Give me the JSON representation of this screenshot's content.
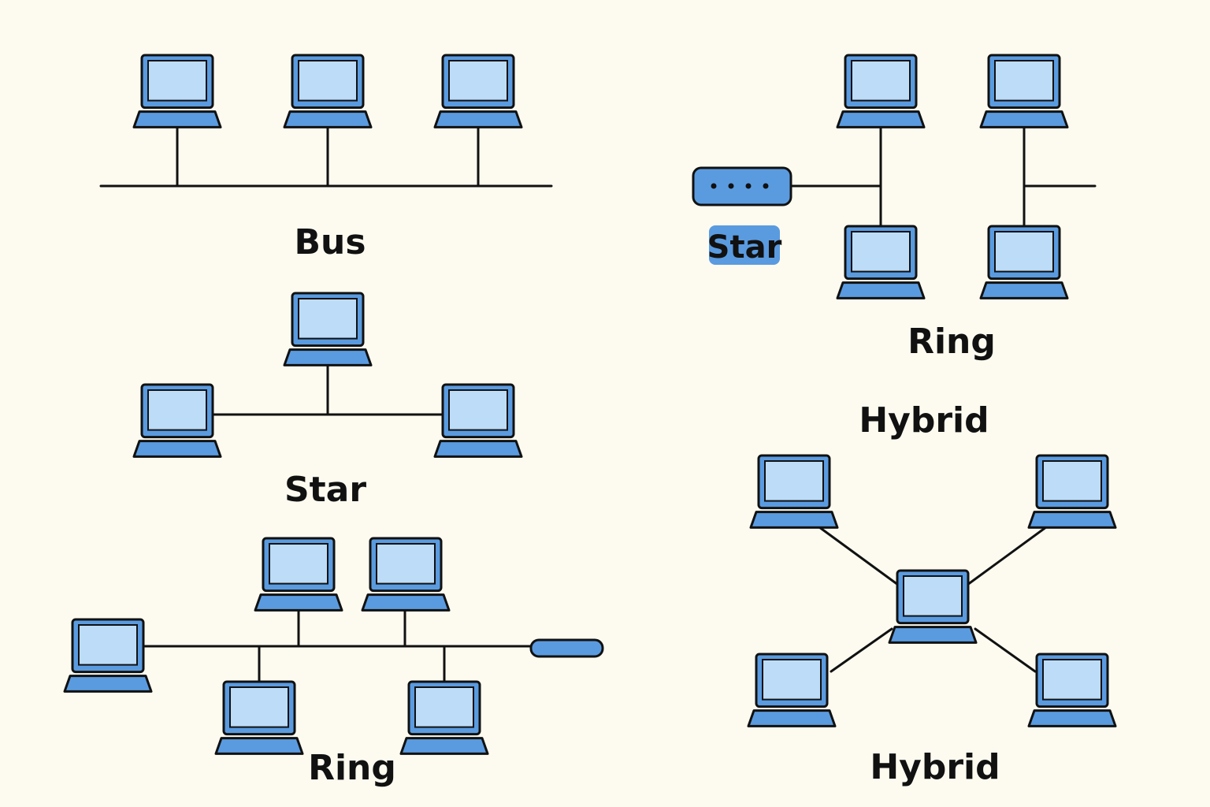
{
  "labels": {
    "bus": "Bus",
    "star": "Star",
    "ring_bottom": "Ring",
    "star_badge": "Star",
    "ring_top": "Ring",
    "hybrid_top": "Hybrid",
    "hybrid_bottom": "Hybrid"
  },
  "colors": {
    "background": "#fdfbf0",
    "screen": "#bcdcf8",
    "body": "#5a9be0",
    "outline": "#111111",
    "badge": "#5a9be0"
  }
}
